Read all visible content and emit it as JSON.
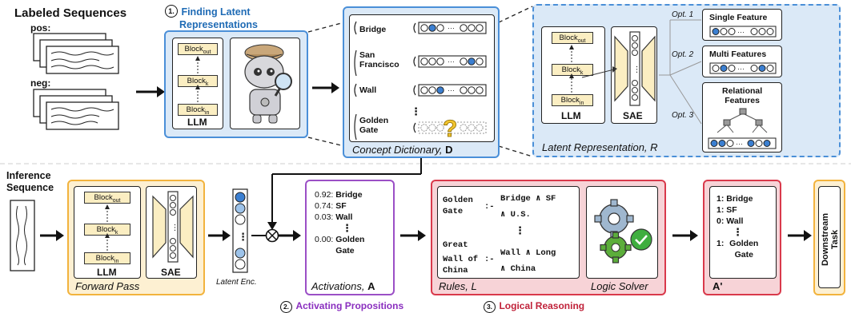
{
  "top": {
    "labeled_sequences": "Labeled Sequences",
    "pos": "pos:",
    "neg": "neg:",
    "step1_num": "1.",
    "step1_title_line1": "Finding Latent",
    "step1_title_line2": "Representations",
    "llm": "LLM",
    "sae": "SAE",
    "concept_items": [
      "Bridge",
      "San Francisco",
      "Wall",
      "Golden Gate"
    ],
    "concept_dict_caption": "Concept Dictionary, ",
    "concept_dict_symbol": "D",
    "latent_rep_caption": "Latent Representation, R",
    "opt1": "Opt. 1",
    "opt2": "Opt. 2",
    "opt3": "Opt. 3",
    "single_feature": "Single Feature",
    "multi_features": "Multi Features",
    "relational_line1": "Relational",
    "relational_line2": "Features",
    "block_out": "Block",
    "block_k": "Block",
    "block_in": "Block",
    "sub_out": "out",
    "sub_k": "k",
    "sub_in": "in",
    "ellipsis": "⋮"
  },
  "bottom": {
    "inference_line1": "Inference",
    "inference_line2": "Sequence",
    "forward_pass": "Forward Pass",
    "llm": "LLM",
    "sae": "SAE",
    "latent_enc": "Latent Enc.",
    "activations": [
      {
        "value": "0.92:",
        "name": "Bridge"
      },
      {
        "value": "0.74:",
        "name": "SF"
      },
      {
        "value": "0.03:",
        "name": "Wall"
      },
      {
        "value": "0.00:",
        "name": "Golden Gate"
      }
    ],
    "activations_caption": "Activations, ",
    "activations_symbol": "A",
    "step2_num": "2.",
    "step2_title": "Activating Propositions",
    "rules": {
      "r1_head_line1": "Golden",
      "r1_head_line2": "Gate",
      "r1_body_line1": "Bridge ∧ SF",
      "r1_body_line2": "∧ U.S.",
      "r2_head_line1": "Great",
      "r2_head_line2": "Wall of",
      "r2_head_line3": "China",
      "r2_body_line1": "Wall ∧ Long",
      "r2_body_line2": "∧ China",
      "implies": ":-"
    },
    "rules_caption": "Rules, L",
    "logic_solver": "Logic Solver",
    "step3_num": "3.",
    "step3_title": "Logical Reasoning",
    "a_prime": [
      {
        "value": "1:",
        "name": "Bridge"
      },
      {
        "value": "1:",
        "name": "SF"
      },
      {
        "value": "0:",
        "name": "Wall"
      },
      {
        "value": "1:",
        "name": "Golden Gate"
      }
    ],
    "a_prime_caption": "A'",
    "downstream_line1": "Downstream",
    "downstream_line2": "Task"
  },
  "colors": {
    "blue_border": "#4a8fd8",
    "blue_fill": "#dbe9f7",
    "orange_border": "#f2b33d",
    "orange_fill": "#fdf0d2",
    "purple_border": "#9b4fc6",
    "red_border": "#d9394b",
    "red_fill": "#f7d3d7",
    "title_blue": "#1f6bb5",
    "title_purple": "#8a2fbf",
    "title_red": "#c0223a"
  }
}
